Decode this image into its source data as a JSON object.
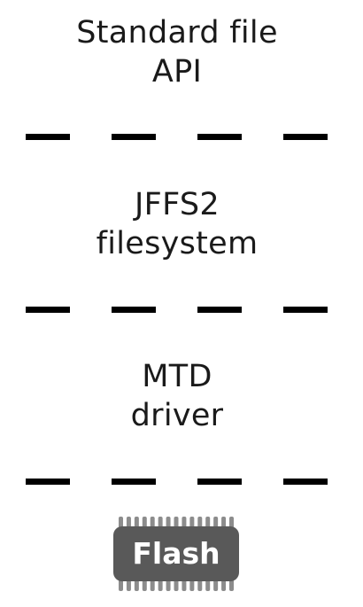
{
  "layers": [
    {
      "line1": "Standard file",
      "line2": "API"
    },
    {
      "line1": "JFFS2",
      "line2": "filesystem"
    },
    {
      "line1": "MTD",
      "line2": "driver"
    }
  ],
  "chip": {
    "label": "Flash",
    "body_color": "#595959",
    "pin_color": "#8c8c8c"
  },
  "divider_color": "#000000",
  "text_color": "#1a1a1a"
}
